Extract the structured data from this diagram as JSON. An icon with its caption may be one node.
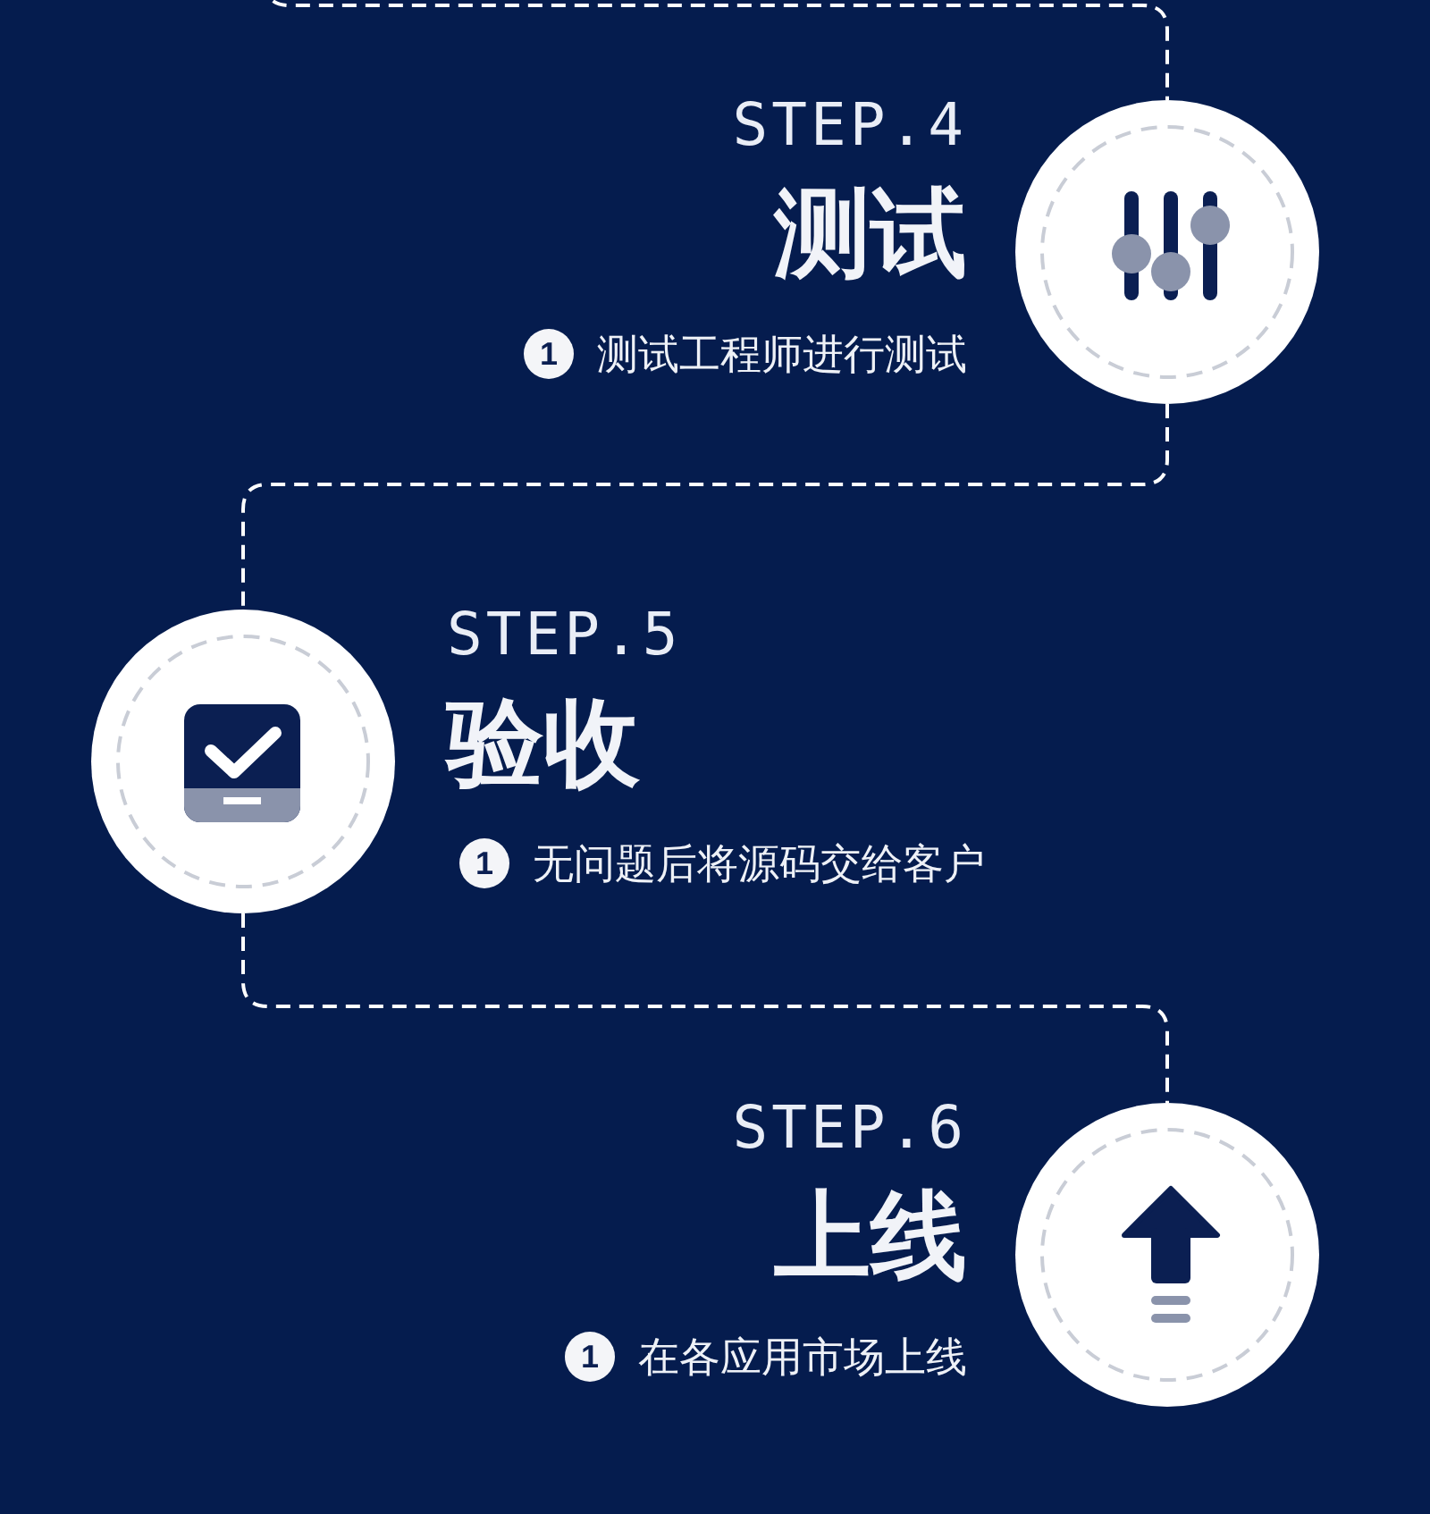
{
  "diagram": {
    "nodes": [
      {
        "text": [],
        "shape": "circle",
        "beside": [
          "STEP.4",
          "测试",
          "1",
          "测试工程师进行测试"
        ]
      },
      {
        "text": [],
        "shape": "circle",
        "beside": [
          "STEP.5",
          "验收",
          "1",
          "无问题后将源码交给客户"
        ]
      },
      {
        "text": [],
        "shape": "circle",
        "beside": [
          "STEP.6",
          "上线",
          "1",
          "在各应用市场上线"
        ]
      }
    ],
    "edges": [
      {
        "from": null,
        "to": 0,
        "arrow": "none",
        "style": "dashed"
      },
      {
        "from": 0,
        "to": 1,
        "arrow": "none",
        "style": "dashed"
      },
      {
        "from": 1,
        "to": 2,
        "arrow": "none",
        "style": "dashed"
      }
    ]
  }
}
